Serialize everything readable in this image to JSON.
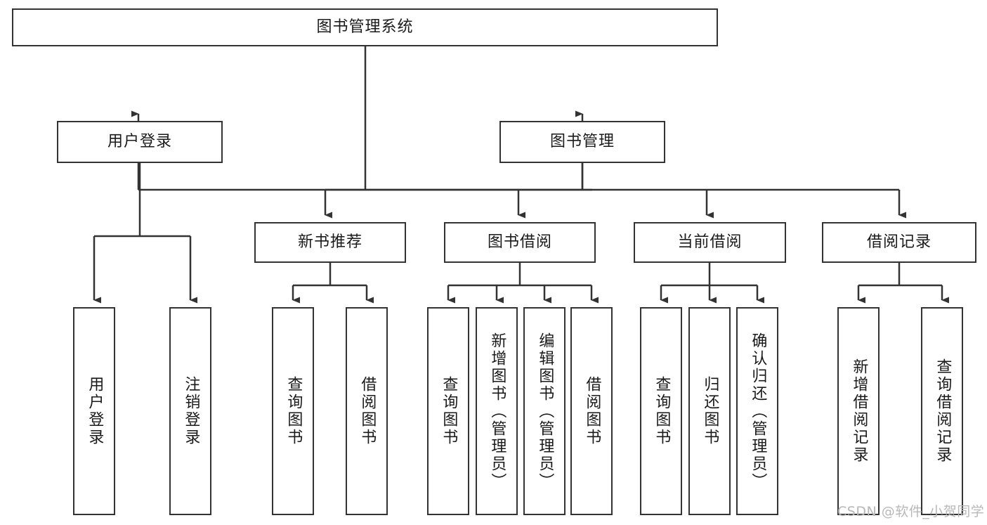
{
  "diagram": {
    "type": "tree-hierarchy",
    "title": "图书管理系统",
    "background": "#ffffff",
    "line_color": "#333333",
    "box_border_color": "#333333",
    "text_color": "#1a1a1a",
    "levels": 4
  },
  "nodes": {
    "root": {
      "label": "图书管理系统",
      "orientation": "horizontal"
    },
    "level2": [
      {
        "id": "user-login",
        "label": "用户登录",
        "orientation": "horizontal"
      },
      {
        "id": "book-manage",
        "label": "图书管理",
        "orientation": "horizontal"
      }
    ],
    "level3": [
      {
        "id": "new-book-recommend",
        "label": "新书推荐",
        "orientation": "horizontal"
      },
      {
        "id": "book-borrow",
        "label": "图书借阅",
        "orientation": "horizontal"
      },
      {
        "id": "current-borrow",
        "label": "当前借阅",
        "orientation": "horizontal"
      },
      {
        "id": "borrow-record",
        "label": "借阅记录",
        "orientation": "horizontal"
      }
    ],
    "leaves": {
      "user-login": [
        {
          "id": "leaf-user-login",
          "label": "用户登录",
          "orientation": "vertical"
        },
        {
          "id": "leaf-logout-login",
          "label": "注销登录",
          "orientation": "vertical"
        }
      ],
      "new-book-recommend": [
        {
          "id": "leaf-query-book-1",
          "label": "查询图书",
          "orientation": "vertical"
        },
        {
          "id": "leaf-borrow-book-1",
          "label": "借阅图书",
          "orientation": "vertical"
        }
      ],
      "book-borrow": [
        {
          "id": "leaf-query-book-2",
          "label": "查询图书",
          "orientation": "vertical"
        },
        {
          "id": "leaf-add-book",
          "label": "新增图书（管理员）",
          "orientation": "vertical"
        },
        {
          "id": "leaf-edit-book",
          "label": "编辑图书（管理员）",
          "orientation": "vertical"
        },
        {
          "id": "leaf-borrow-book-2",
          "label": "借阅图书",
          "orientation": "vertical"
        }
      ],
      "current-borrow": [
        {
          "id": "leaf-query-book-3",
          "label": "查询图书",
          "orientation": "vertical"
        },
        {
          "id": "leaf-return-book",
          "label": "归还图书",
          "orientation": "vertical"
        },
        {
          "id": "leaf-confirm-return",
          "label": "确认归还（管理员）",
          "orientation": "vertical"
        }
      ],
      "borrow-record": [
        {
          "id": "leaf-add-record",
          "label": "新增借阅记录",
          "orientation": "vertical"
        },
        {
          "id": "leaf-query-record",
          "label": "查询借阅记录",
          "orientation": "vertical"
        }
      ]
    }
  },
  "watermark": {
    "text": "CSDN @软件_小贺同学",
    "color": "#b8b8b8"
  }
}
